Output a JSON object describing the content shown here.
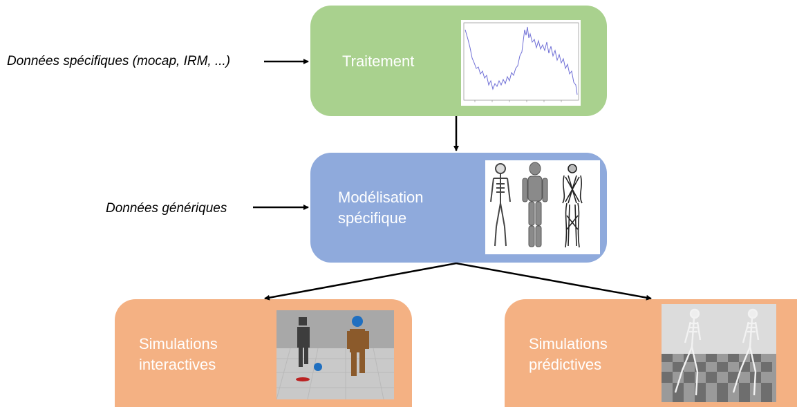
{
  "inputs": {
    "specific": "Données spécifiques (mocap, IRM, ...)",
    "generic": "Données génériques"
  },
  "boxes": {
    "processing": "Traitement",
    "modeling": "Modélisation\nspécifique",
    "interactive": "Simulations\ninteractives",
    "predictive": "Simulations\nprédictives"
  },
  "colors": {
    "processing": "#a9d18e",
    "modeling": "#8faadc",
    "simulation": "#f4b183"
  },
  "images": {
    "processing": "line-plot-thumbnail",
    "modeling": "skeleton-models-thumbnail",
    "interactive": "avatars-ball-scene-thumbnail",
    "predictive": "walking-skeletons-thumbnail"
  }
}
